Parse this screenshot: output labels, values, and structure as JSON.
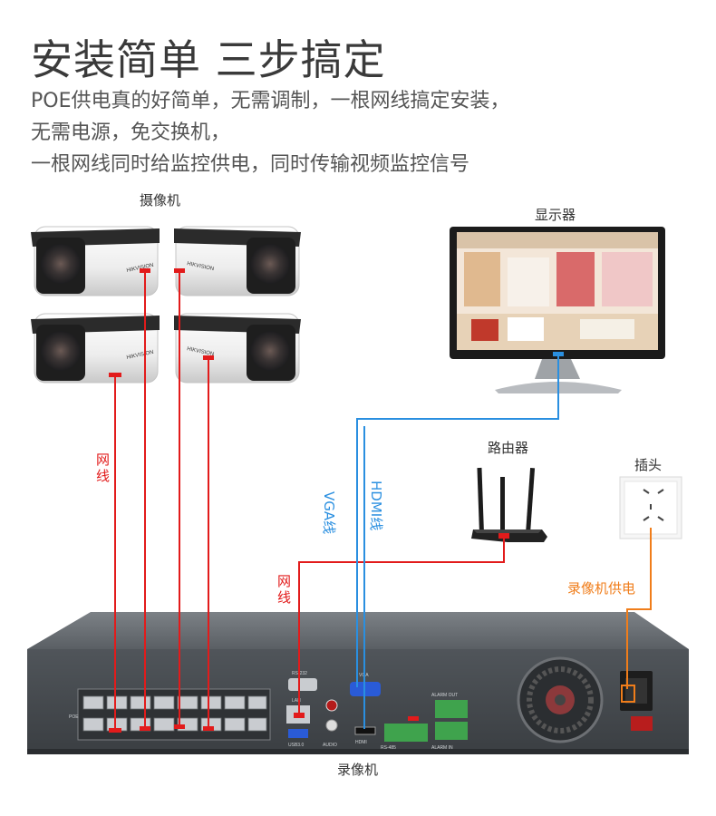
{
  "title": "安装简单 三步搞定",
  "description": [
    "POE供电真的好简单，无需调制，一根网线搞定安装，",
    "无需电源，免交换机，",
    "一根网线同时给监控供电，同时传输视频监控信号"
  ],
  "labels": {
    "camera": "摄像机",
    "monitor": "显示器",
    "router": "路由器",
    "plug": "插头",
    "nvr": "录像机"
  },
  "cables": {
    "camera_network": "网线",
    "router_network": "网线",
    "vga": "VGA线",
    "hdmi": "HDMI线",
    "nvr_power": "录像机供电"
  },
  "camera_brand": "HIKVISION",
  "nvr_panel": {
    "poe": "POE",
    "rs232": "RS-232",
    "lan": "LAN",
    "vga": "VGA",
    "usb": "USB3.0",
    "audio": "AUDIO",
    "hdmi": "HDMI",
    "rs485": "RS-485",
    "alarm_in": "ALARM IN",
    "alarm_out": "ALARM OUT"
  },
  "colors": {
    "network_cable": "#e21b1b",
    "video_cable": "#2a8fe0",
    "power_cable": "#f07d1a",
    "title_text": "#3a3a3a"
  }
}
